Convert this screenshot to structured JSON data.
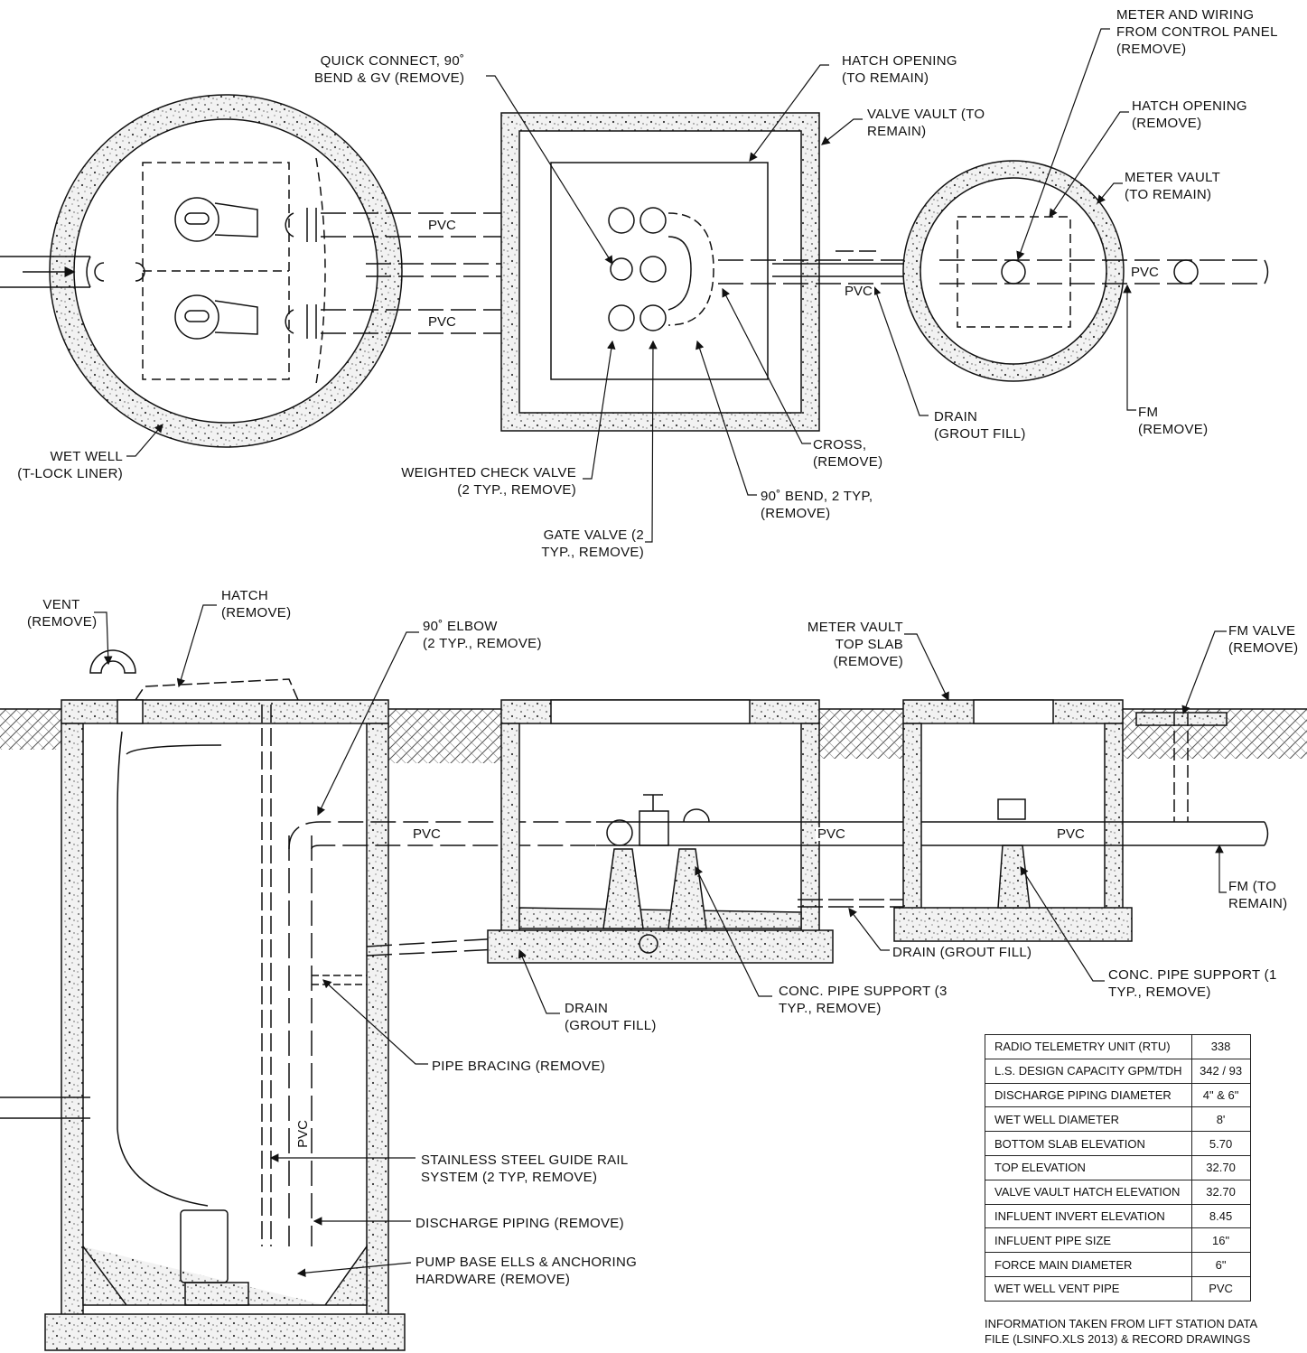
{
  "plan_labels": {
    "quick_connect": [
      "QUICK CONNECT, 90˚",
      "BEND & GV (REMOVE)"
    ],
    "hatch_opening_remain": [
      "HATCH OPENING",
      "(TO REMAIN)"
    ],
    "valve_vault": [
      "VALVE VAULT (TO",
      "REMAIN)"
    ],
    "meter_wiring": [
      "METER AND WIRING",
      "FROM CONTROL PANEL",
      "(REMOVE)"
    ],
    "hatch_opening_remove": [
      "HATCH OPENING",
      "(REMOVE)"
    ],
    "meter_vault": [
      "METER VAULT",
      "(TO REMAIN)"
    ],
    "wet_well": [
      "WET WELL",
      "(T-LOCK LINER)"
    ],
    "weighted_check": [
      "WEIGHTED CHECK VALVE",
      "(2 TYP., REMOVE)"
    ],
    "gate_valve": [
      "GATE VALVE (2",
      "TYP., REMOVE)"
    ],
    "bend_90": [
      "90˚ BEND, 2 TYP,",
      "(REMOVE)"
    ],
    "cross": [
      "CROSS,",
      "(REMOVE)"
    ],
    "drain": [
      "DRAIN",
      "(GROUT FILL)"
    ],
    "fm": [
      "FM",
      "(REMOVE)"
    ],
    "pvc": "PVC"
  },
  "section_labels": {
    "vent": [
      "VENT",
      "(REMOVE)"
    ],
    "hatch": [
      "HATCH",
      "(REMOVE)"
    ],
    "elbow_90": [
      "90˚ ELBOW",
      "(2 TYP., REMOVE)"
    ],
    "meter_vault_slab": [
      "METER VAULT",
      "TOP SLAB",
      "(REMOVE)"
    ],
    "fm_valve": [
      "FM VALVE",
      "(REMOVE)"
    ],
    "fm_remain": [
      "FM (TO",
      "REMAIN)"
    ],
    "drain_grout": [
      "DRAIN (GROUT FILL)"
    ],
    "conc_support_1": [
      "CONC. PIPE SUPPORT (1",
      "TYP., REMOVE)"
    ],
    "conc_support_3": [
      "CONC. PIPE SUPPORT (3",
      "TYP., REMOVE)"
    ],
    "drain_lower": [
      "DRAIN",
      "(GROUT FILL)"
    ],
    "pipe_bracing": [
      "PIPE BRACING (REMOVE)"
    ],
    "guide_rail": [
      "STAINLESS STEEL GUIDE RAIL",
      "SYSTEM (2 TYP, REMOVE)"
    ],
    "discharge_piping": [
      "DISCHARGE PIPING (REMOVE)"
    ],
    "pump_base": [
      "PUMP BASE ELLS & ANCHORING",
      "HARDWARE (REMOVE)"
    ],
    "pvc": "PVC"
  },
  "data_table": {
    "rows": [
      {
        "label": "RADIO TELEMETRY UNIT (RTU)",
        "value": "338"
      },
      {
        "label": "L.S. DESIGN CAPACITY GPM/TDH",
        "value": "342 / 93"
      },
      {
        "label": "DISCHARGE PIPING DIAMETER",
        "value": "4\" & 6\""
      },
      {
        "label": "WET WELL DIAMETER",
        "value": "8'"
      },
      {
        "label": "BOTTOM SLAB ELEVATION",
        "value": "5.70"
      },
      {
        "label": "TOP ELEVATION",
        "value": "32.70"
      },
      {
        "label": "VALVE VAULT HATCH ELEVATION",
        "value": "32.70"
      },
      {
        "label": "INFLUENT INVERT ELEVATION",
        "value": "8.45"
      },
      {
        "label": "INFLUENT PIPE SIZE",
        "value": "16\""
      },
      {
        "label": "FORCE MAIN DIAMETER",
        "value": "6\""
      },
      {
        "label": "WET WELL VENT PIPE",
        "value": "PVC"
      }
    ],
    "note": [
      "INFORMATION TAKEN FROM LIFT STATION DATA",
      "FILE (LSINFO.XLS 2013) & RECORD DRAWINGS"
    ]
  }
}
